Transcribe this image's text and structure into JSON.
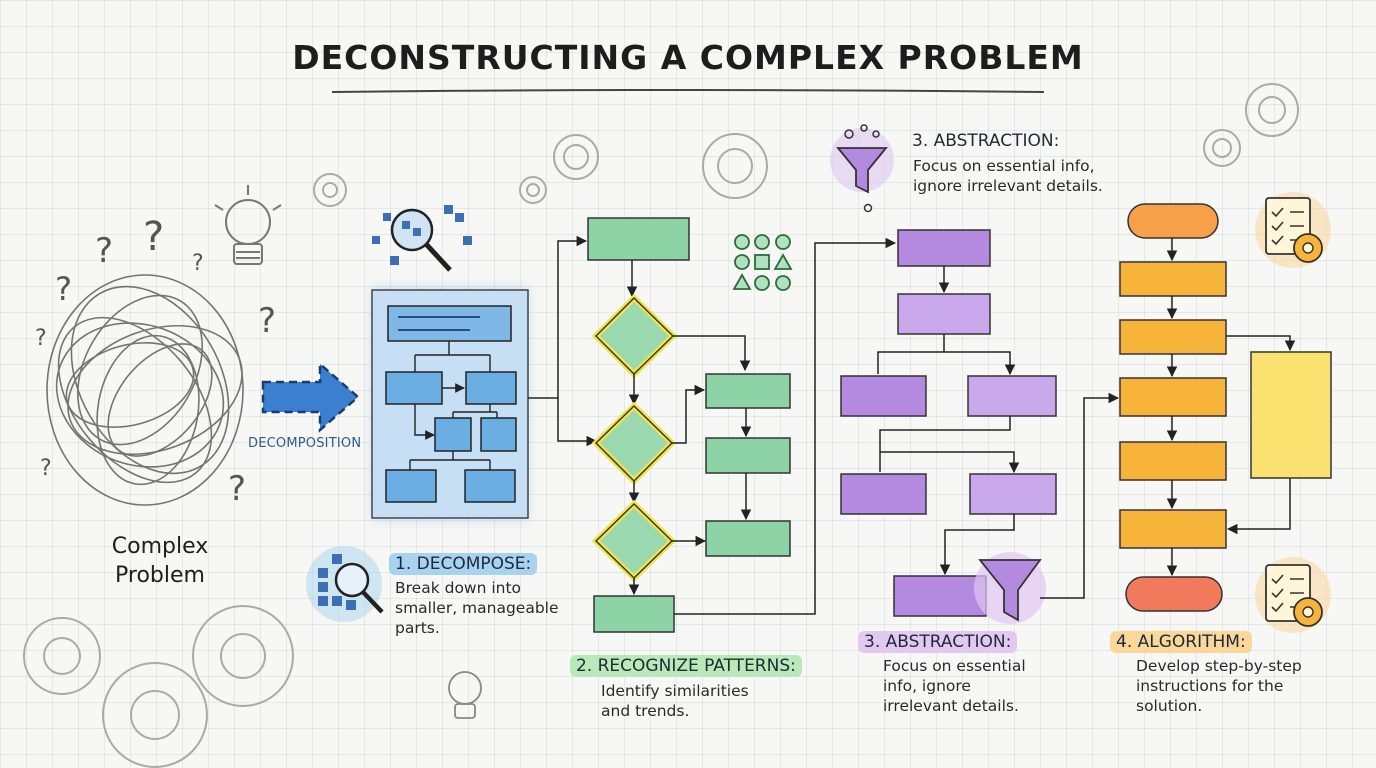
{
  "title": "DECONSTRUCTING A COMPLEX PROBLEM",
  "complex_problem": "Complex\nProblem",
  "arrow_label": "DECOMPOSITION",
  "steps": [
    {
      "heading": "1. DECOMPOSE:",
      "body": "Break down into\nsmaller, manageable\nparts.",
      "color": "#a8d3f0"
    },
    {
      "heading": "2. RECOGNIZE PATTERNS:",
      "body": "Identify similarities\nand trends.",
      "color": "#b9e8b9"
    },
    {
      "heading": "3. ABSTRACTION:",
      "body": "Focus on essential\ninfo, ignore\nirrelevant details.",
      "color": "#e3c9f2"
    },
    {
      "heading": "4. ALGORITHM:",
      "body": "Develop step-by-step\ninstructions for the\nsolution.",
      "color": "#fbd79a"
    }
  ],
  "abstraction_top": {
    "heading": "3. ABSTRACTION:",
    "body": "Focus on essential info,\nignore irrelevant details."
  },
  "colors": {
    "decompose": "#6aaee3",
    "patterns": "#8ed3a6",
    "diamond_border": "#f2e34a",
    "abstraction": "#b38ae0",
    "algorithm": "#f7b43a",
    "algorithm_end": "#f27a5c",
    "sketch": "#555555"
  }
}
